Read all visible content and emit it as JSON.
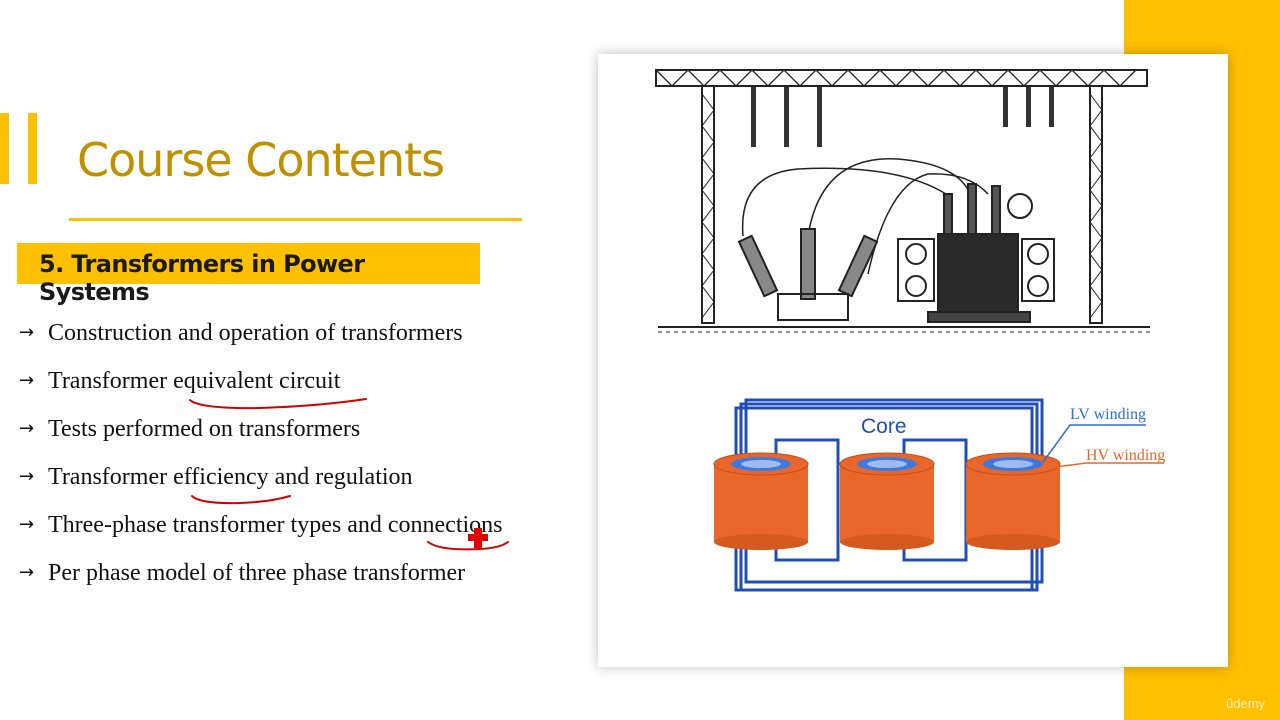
{
  "slide": {
    "title": "Course Contents",
    "section": "5. Transformers in Power Systems",
    "arrow_glyph": "→",
    "topics": [
      "Construction and operation of transformers",
      "Transformer equivalent circuit",
      "Tests performed on transformers",
      "Transformer efficiency and regulation",
      "Three-phase transformer types and connections",
      "Per phase model of three phase transformer"
    ]
  },
  "figure": {
    "core_label": "Core",
    "lv_label": "LV winding",
    "hv_label": "HV winding"
  },
  "watermark": "ûdemy",
  "colors": {
    "accent": "#ffc000",
    "title": "#bf9000",
    "core": "#1f4fb4",
    "hv_winding": "#e8662a",
    "lv_winding": "#2a6fdb",
    "annotation_ink": "#d40000"
  },
  "icons": [
    "cursor-cross-icon",
    "substation-transformer-illustration",
    "three-phase-core-diagram"
  ]
}
